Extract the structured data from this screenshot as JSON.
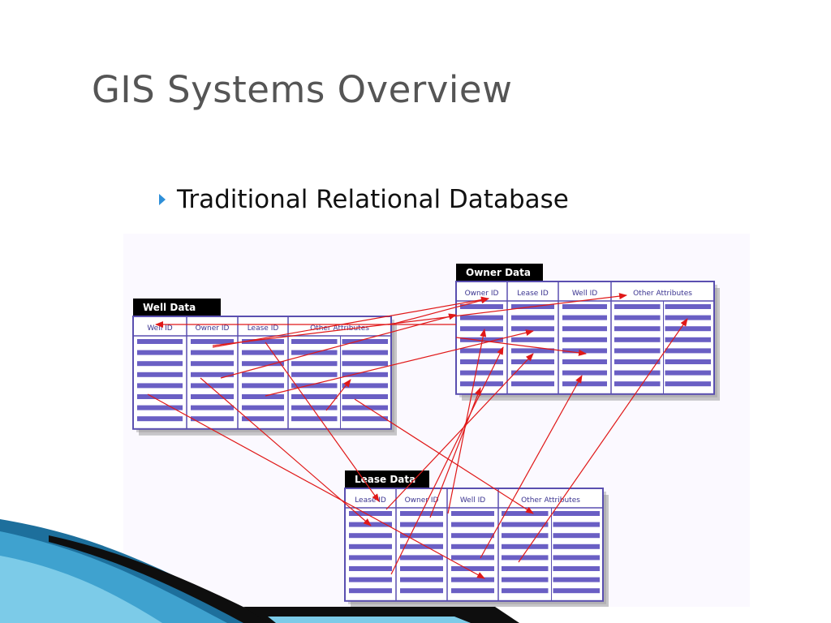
{
  "slide": {
    "title": "GIS Systems Overview",
    "bullets": [
      "Traditional Relational Database"
    ]
  },
  "diagram": {
    "tables": [
      {
        "id": "well",
        "label": "Well Data",
        "columns": [
          "Well ID",
          "Owner ID",
          "Lease ID",
          "Other Attributes"
        ],
        "row_count": 8
      },
      {
        "id": "owner",
        "label": "Owner Data",
        "columns": [
          "Owner ID",
          "Lease ID",
          "Well ID",
          "Other Attributes"
        ],
        "row_count": 8
      },
      {
        "id": "lease",
        "label": "Lease Data",
        "columns": [
          "Lease ID",
          "Owner ID",
          "Well ID",
          "Other Attributes"
        ],
        "row_count": 8
      }
    ],
    "colors": {
      "grid": "#5a4fb0",
      "row_fill": "#6a5fc4",
      "header_text": "#3b3490",
      "shadow": "#9a9a9a",
      "arrow": "#e01818",
      "label_bg": "#000000",
      "label_text": "#ffffff"
    }
  }
}
